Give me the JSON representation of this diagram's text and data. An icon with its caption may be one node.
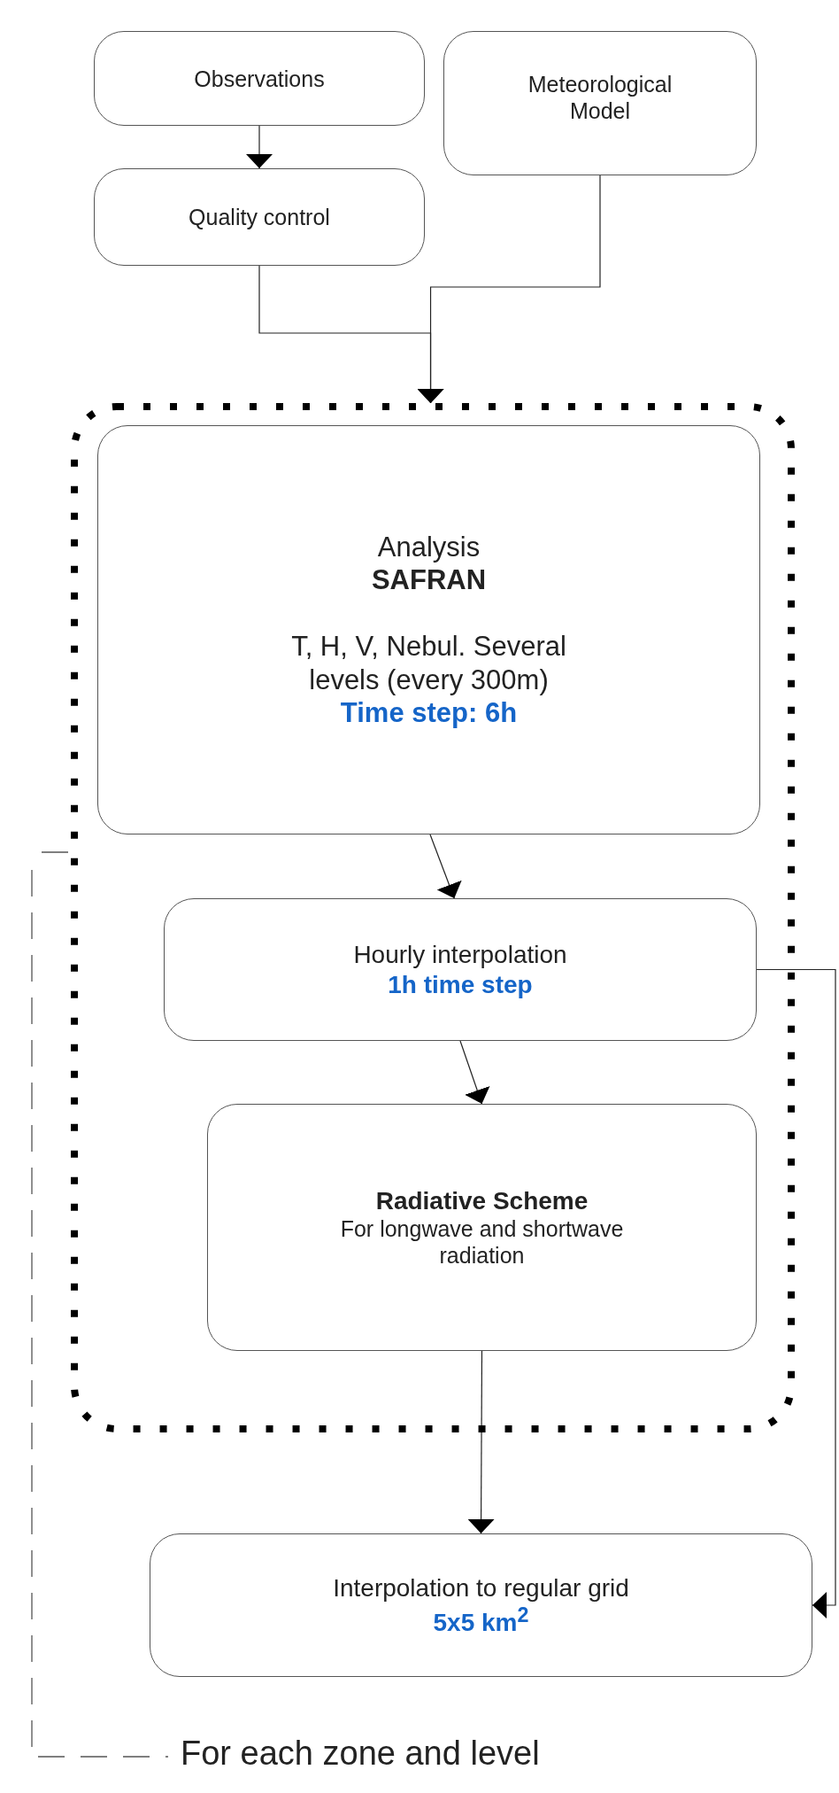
{
  "diagram": {
    "nodes": [
      {
        "text": [
          "Observations"
        ]
      },
      {
        "text": [
          "Meteorological Model"
        ]
      },
      {
        "text": [
          "Quality control"
        ]
      },
      {
        "text": [],
        "shape": "box"
      },
      {
        "text": [
          "Analysis",
          "SAFRAN",
          "T, H, V, Nebul. Several levels (every 300m)",
          "Time step: 6h"
        ],
        "in": 3
      },
      {
        "text": [
          "Hourly interpolation",
          "1h time step"
        ],
        "in": 3
      },
      {
        "text": [
          "Radiative Scheme",
          "For longwave and shortwave radiation"
        ],
        "in": 3
      },
      {
        "text": [
          "Interpolation to regular grid",
          "5x5 km$^{2}$"
        ]
      }
    ],
    "edges": [
      {
        "from": 0,
        "to": 2,
        "arrow": "to"
      },
      {
        "from": 2,
        "to": 3,
        "arrow": "to"
      },
      {
        "from": 1,
        "to": 3,
        "arrow": "to"
      },
      {
        "from": 4,
        "to": 5,
        "arrow": "to"
      },
      {
        "from": 5,
        "to": 6,
        "arrow": "to"
      },
      {
        "from": 6,
        "to": 7,
        "arrow": "to"
      },
      {
        "from": 5,
        "to": 7,
        "arrow": "to"
      }
    ],
    "labels": [
      "For each zone and level"
    ]
  }
}
